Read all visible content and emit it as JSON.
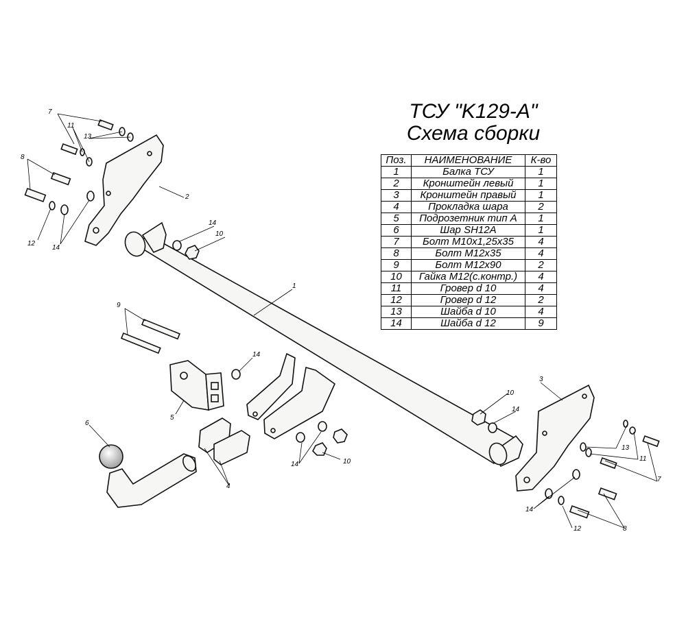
{
  "title": {
    "line1": "ТСУ \"K129-A\"",
    "line2": "Схема сборки"
  },
  "table": {
    "headers": [
      "Поз.",
      "НАИМЕНОВАНИЕ",
      "К-во"
    ],
    "rows": [
      [
        "1",
        "Балка ТСУ",
        "1"
      ],
      [
        "2",
        "Кронштейн левый",
        "1"
      ],
      [
        "3",
        "Кронштейн правый",
        "1"
      ],
      [
        "4",
        "Прокладка шара",
        "2"
      ],
      [
        "5",
        "Подрозетник тип А",
        "1"
      ],
      [
        "6",
        "Шар SH12A",
        "1"
      ],
      [
        "7",
        "Болт М10х1,25х35",
        "4"
      ],
      [
        "8",
        "Болт М12х35",
        "4"
      ],
      [
        "9",
        "Болт М12х90",
        "2"
      ],
      [
        "10",
        "Гайка М12(с.контр.)",
        "4"
      ],
      [
        "11",
        "Гровер d 10",
        "4"
      ],
      [
        "12",
        "Гровер d 12",
        "2"
      ],
      [
        "13",
        "Шайба d 10",
        "4"
      ],
      [
        "14",
        "Шайба d 12",
        "9"
      ]
    ]
  },
  "callouts": {
    "c1": "1",
    "c2": "2",
    "c3": "3",
    "c4": "4",
    "c5": "5",
    "c6": "6",
    "c7": "7",
    "c8": "8",
    "c9": "9",
    "c10": "10",
    "c11": "11",
    "c12": "12",
    "c13": "13",
    "c14": "14"
  },
  "colors": {
    "line": "#111111",
    "part_fill": "#f6f6f4",
    "background": "#ffffff"
  }
}
